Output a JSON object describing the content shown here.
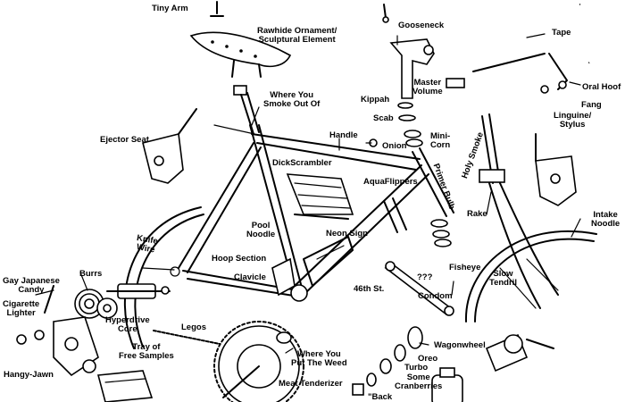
{
  "labels": {
    "tiny_arm": "Tiny Arm",
    "gooseneck": "Gooseneck",
    "rawhide": "Rawhide Ornament/\nSculptural Element",
    "tape": "Tape",
    "master_volume": "Master\nVolume",
    "oral_hoof": "Oral Hoof",
    "where_smoke": "Where You\nSmoke Out Of",
    "kippah": "Kippah",
    "fang": "Fang",
    "scab": "Scab",
    "linguine": "Linguine/\nStylus",
    "ejector_seat": "Ejector Seat",
    "handle": "Handle",
    "mini_corn": "Mini-\nCorn",
    "onion": "Onion",
    "holy_smoke": "Holy Smoke",
    "dickscrambler": "DickScrambler",
    "primer_bulb": "Primer Bulb",
    "aquaflippers": "AquaFlippers",
    "rake": "Rake",
    "intake_noodle": "Intake\nNoodle",
    "pool_noodle": "Pool\nNoodle",
    "knife_wire": "Knife\nWire",
    "neon_sign": "Neon Sign",
    "hoop_section": "Hoop Section",
    "fisheye": "Fisheye",
    "slow_tendril": "Slow\nTendril",
    "gay_japanese_candy": "Gay Japanese\nCandy",
    "burrs": "Burrs",
    "question_marks": "???",
    "clavicle": "Clavicle",
    "forty_sixth": "46th St.",
    "condom": "Condom",
    "cigarette_lighter": "Cigarette\nLighter",
    "hyperdrive_core": "Hyperdrive\nCore",
    "legos": "Legos",
    "tray_samples": "Tray of\nFree Samples",
    "where_weed": "Where You\nPut The Weed",
    "wagonwheel": "Wagonwheel",
    "oreo": "Oreo",
    "hangy_jawn": "Hangy-Jawn",
    "turbo": "Turbo",
    "some_cranberries": "Some\nCranberries",
    "meat_tenderizer": "Meat Tenderizer",
    "back": "\"Back"
  }
}
